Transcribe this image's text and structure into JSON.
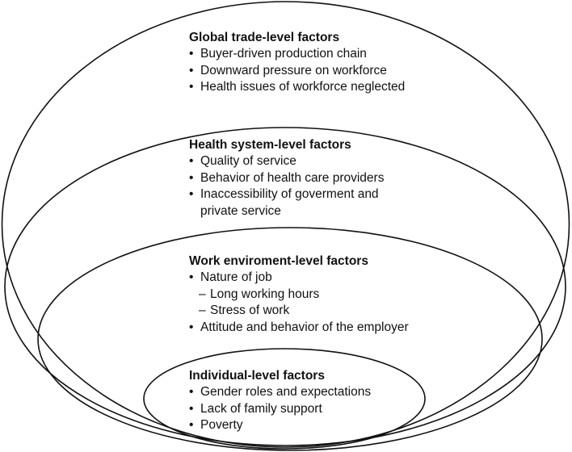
{
  "levels": {
    "global_trade": {
      "title": "Global trade-level factors",
      "items": [
        "Buyer-driven production chain",
        "Downward pressure on workforce",
        "Health issues of workforce neglected"
      ]
    },
    "health_system": {
      "title": "Health system-level factors",
      "items": [
        "Quality of service",
        "Behavior of health care providers",
        "Inaccessibility of goverment and",
        "private service"
      ]
    },
    "work_environment": {
      "title": "Work enviroment-level factors",
      "items": [
        "Nature of job",
        "Long working hours",
        "Stress of work",
        "Attitude and behavior of the employer"
      ]
    },
    "individual": {
      "title": "Individual-level factors",
      "items": [
        "Gender roles and expectations",
        "Lack of family support",
        "Poverty"
      ]
    }
  },
  "symbols": {
    "bullet": "•",
    "dash": "–"
  },
  "colors": {
    "stroke": "#111111",
    "background": "#ffffff",
    "text": "#111111"
  }
}
